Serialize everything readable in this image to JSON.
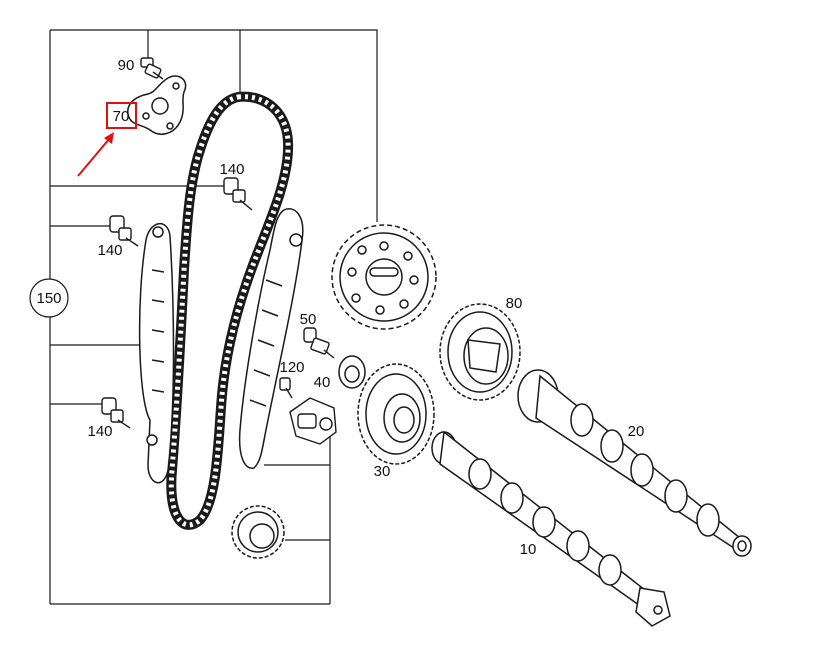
{
  "diagram": {
    "labels": {
      "p90": "90",
      "p70": "70",
      "p140_top": "140",
      "p140_left": "140",
      "p140_bottom": "140",
      "p150": "150",
      "p50": "50",
      "p120": "120",
      "p40": "40",
      "p30": "30",
      "p80": "80",
      "p20": "20",
      "p10": "10"
    },
    "highlight": {
      "part": "70",
      "box_color": "#e01010",
      "arrow_color": "#e01010"
    },
    "colors": {
      "line": "#1a1a1a",
      "part_fill": "#ffffff",
      "shade": "#d8d8d8"
    }
  }
}
